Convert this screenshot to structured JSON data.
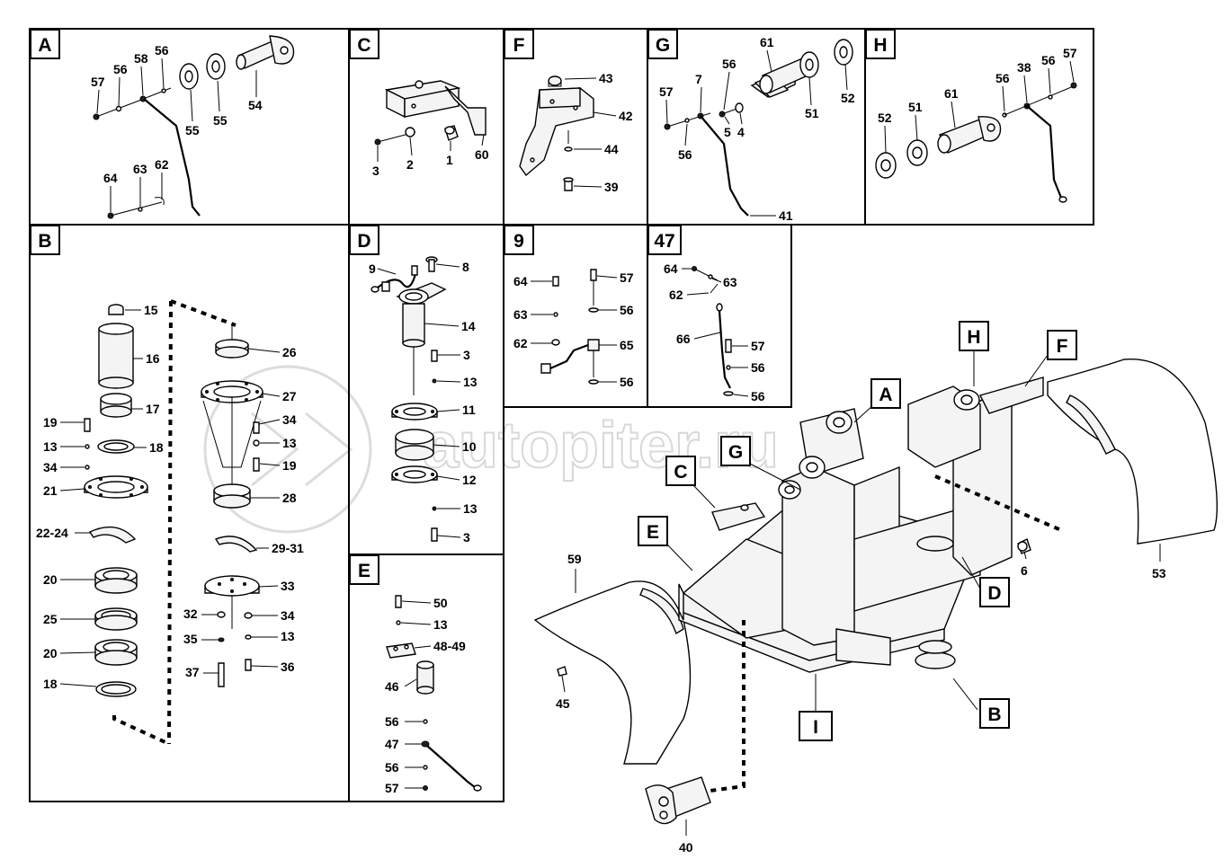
{
  "panels": {
    "A": {
      "tag": "A",
      "callouts": [
        "57",
        "56",
        "58",
        "56",
        "55",
        "55",
        "54",
        "64",
        "63",
        "62"
      ]
    },
    "B": {
      "tag": "B",
      "callouts": [
        "15",
        "16",
        "17",
        "19",
        "13",
        "18",
        "34",
        "21",
        "22-24",
        "20",
        "25",
        "20",
        "18",
        "26",
        "27",
        "34",
        "13",
        "19",
        "28",
        "29-31",
        "33",
        "32",
        "34",
        "35",
        "13",
        "37",
        "36"
      ]
    },
    "C": {
      "tag": "C",
      "callouts": [
        "3",
        "2",
        "1",
        "60"
      ]
    },
    "D": {
      "tag": "D",
      "callouts": [
        "9",
        "8",
        "14",
        "3",
        "13",
        "11",
        "10",
        "12",
        "13",
        "3"
      ]
    },
    "E": {
      "tag": "E",
      "callouts": [
        "50",
        "13",
        "48-49",
        "46",
        "56",
        "47",
        "56",
        "57"
      ]
    },
    "F": {
      "tag": "F",
      "callouts": [
        "43",
        "42",
        "44",
        "39"
      ]
    },
    "G": {
      "tag": "G",
      "callouts": [
        "61",
        "56",
        "57",
        "7",
        "5",
        "4",
        "51",
        "52",
        "56",
        "41"
      ]
    },
    "H": {
      "tag": "H",
      "callouts": [
        "61",
        "51",
        "52",
        "56",
        "38",
        "56",
        "57"
      ]
    },
    "9": {
      "tag": "9",
      "callouts": [
        "64",
        "63",
        "62",
        "57",
        "56",
        "65",
        "56"
      ]
    },
    "47": {
      "tag": "47",
      "callouts": [
        "64",
        "63",
        "62",
        "66",
        "57",
        "56",
        "56"
      ]
    }
  },
  "main": {
    "tags": [
      "H",
      "F",
      "A",
      "G",
      "C",
      "E",
      "D",
      "B",
      "I"
    ],
    "callouts": [
      "59",
      "45",
      "40",
      "6",
      "53"
    ]
  },
  "watermark": "autopiter.ru",
  "colors": {
    "ink": "#000000",
    "fill": "#f4f4f4",
    "watermark": "#d8d8d8"
  }
}
